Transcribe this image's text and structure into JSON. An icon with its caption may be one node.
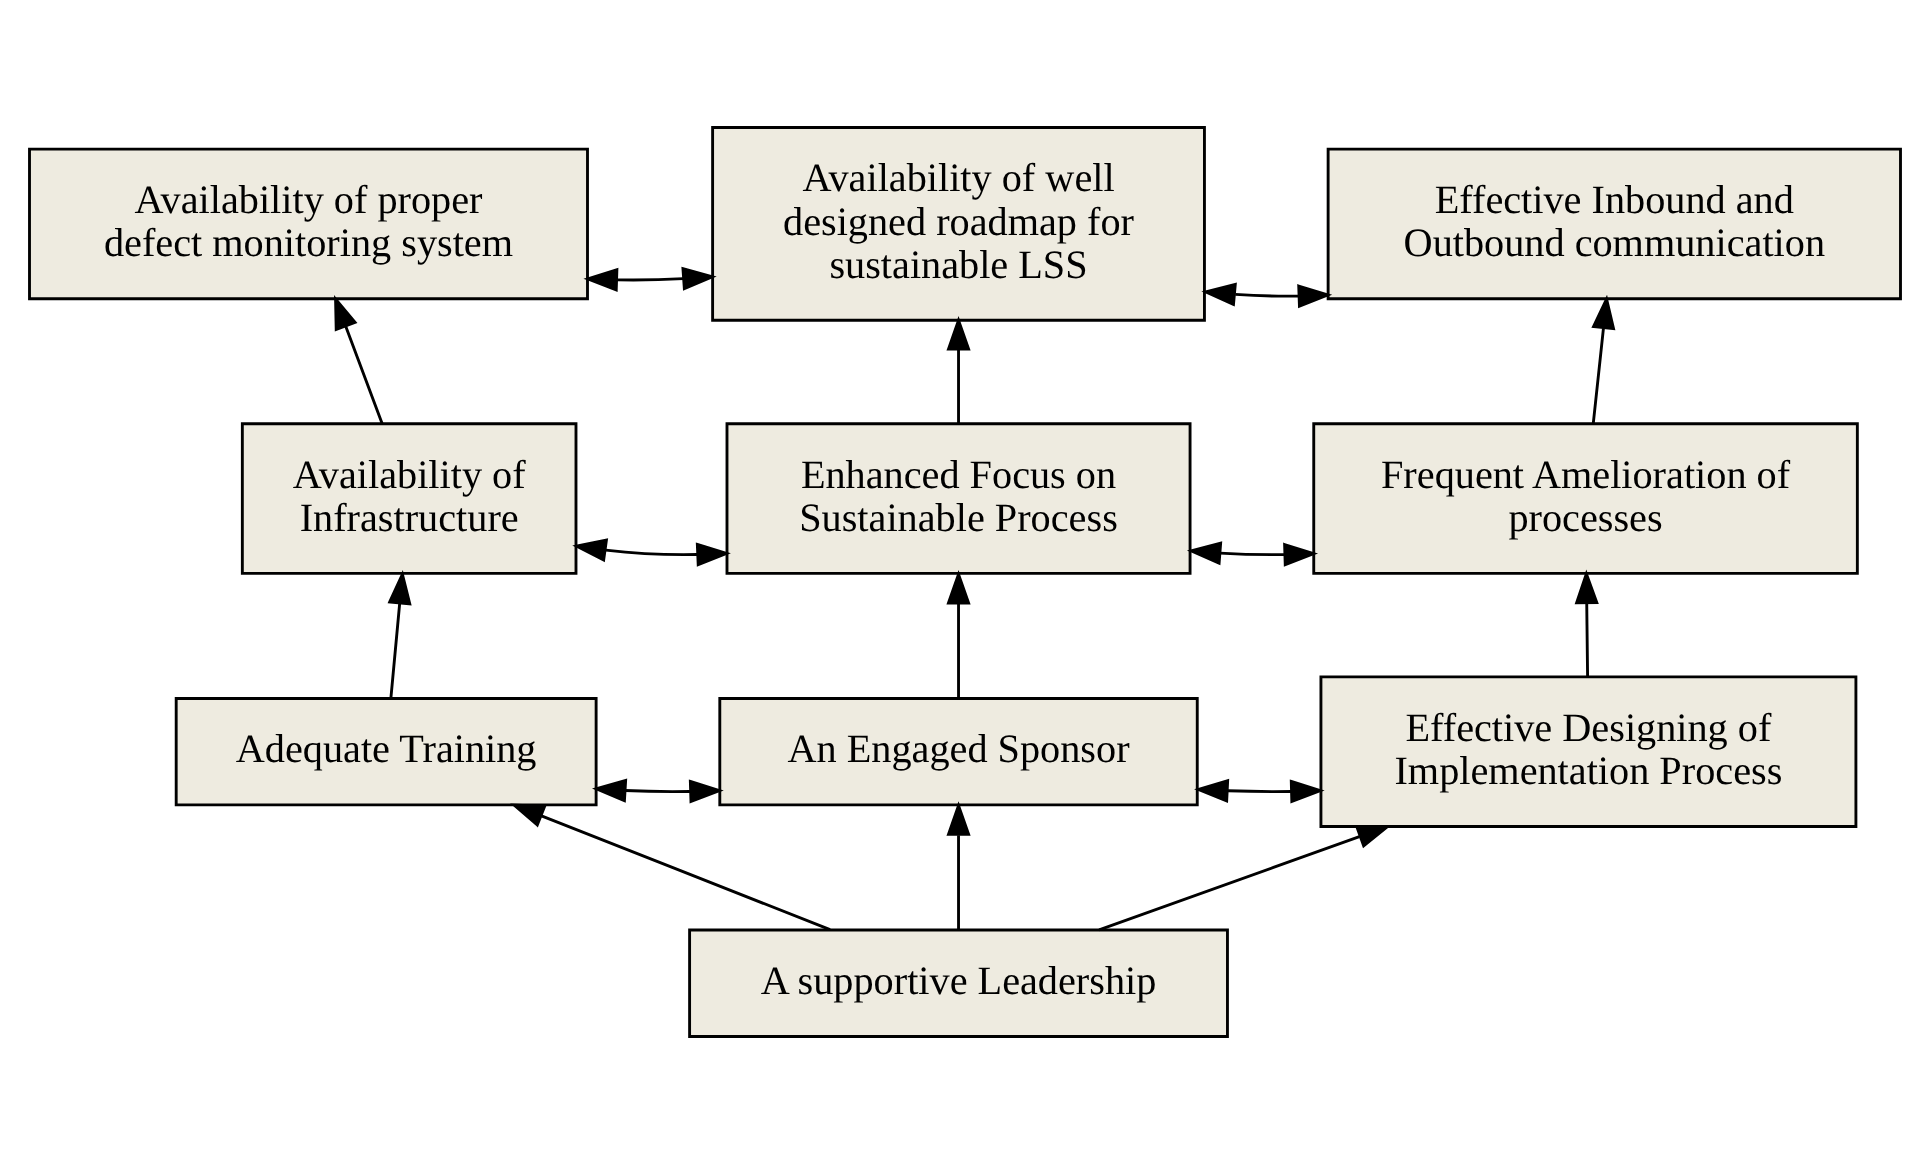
{
  "diagram": {
    "nodes": [
      {
        "text": [
          "Availability of proper defect monitoring system"
        ]
      },
      {
        "text": [
          "Availability of well designed roadmap for sustainable LSS"
        ]
      },
      {
        "text": [
          "Effective Inbound and Outbound communication"
        ]
      },
      {
        "text": [
          "Availability of Infrastructure"
        ]
      },
      {
        "text": [
          "Enhanced Focus on Sustainable Process"
        ]
      },
      {
        "text": [
          "Frequent Amelioration of processes"
        ]
      },
      {
        "text": [
          "Adequate Training"
        ]
      },
      {
        "text": [
          "An Engaged Sponsor"
        ]
      },
      {
        "text": [
          "Effective Designing of Implementation Process"
        ]
      },
      {
        "text": [
          "A supportive Leadership"
        ]
      }
    ],
    "edges": [
      {
        "from": 0,
        "to": 1,
        "arrow": "both"
      },
      {
        "from": 1,
        "to": 2,
        "arrow": "both"
      },
      {
        "from": 3,
        "to": 0,
        "arrow": "to"
      },
      {
        "from": 4,
        "to": 1,
        "arrow": "to"
      },
      {
        "from": 5,
        "to": 2,
        "arrow": "to"
      },
      {
        "from": 3,
        "to": 4,
        "arrow": "both"
      },
      {
        "from": 4,
        "to": 5,
        "arrow": "both"
      },
      {
        "from": 6,
        "to": 3,
        "arrow": "to"
      },
      {
        "from": 7,
        "to": 4,
        "arrow": "to"
      },
      {
        "from": 8,
        "to": 5,
        "arrow": "to"
      },
      {
        "from": 6,
        "to": 7,
        "arrow": "both"
      },
      {
        "from": 7,
        "to": 8,
        "arrow": "both"
      },
      {
        "from": 9,
        "to": 6,
        "arrow": "to"
      },
      {
        "from": 9,
        "to": 7,
        "arrow": "to"
      },
      {
        "from": 9,
        "to": 8,
        "arrow": "to"
      }
    ]
  }
}
